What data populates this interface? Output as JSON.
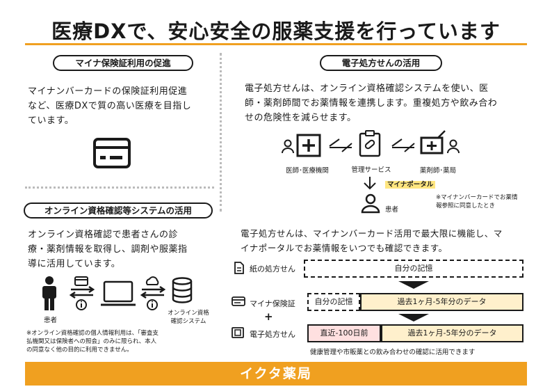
{
  "title": "医療DXで、安心安全の服薬支援を行っています",
  "left": {
    "section1": {
      "heading": "マイナ保険証利用の促進",
      "lines": [
        "マイナンバーカードの保険証利用促進",
        "など、医療DXで質の高い医療を目指し",
        "ています。"
      ]
    },
    "section2": {
      "heading": "オンライン資格確認等システムの活用",
      "lines": [
        "オンライン資格確認で患者さんの診",
        "療・薬剤情報を取得し、調剤や服薬指",
        "導に活用しています。"
      ],
      "patient_label": "患者",
      "system_label_lines": [
        "オンライン資格",
        "確認システム"
      ],
      "note_lines": [
        "※オンライン資格確認の個人情報利用は、「審査支",
        "払機関又は保険者への照会」のみに限られ、本人",
        "の同意なく他の目的に利用できません。"
      ]
    }
  },
  "right": {
    "heading": "電子処方せんの活用",
    "lines": [
      "電子処方せんは、オンライン資格確認システムを使い、医",
      "師・薬剤師間でお薬情報を連携します。重複処方や飲み合わ",
      "せの危険性を減らせます。"
    ],
    "flow": {
      "doctor": "医師･医療機関",
      "service": "管理サービス",
      "pharmacist": "薬剤師･薬局",
      "portal": "マイナポータル",
      "patient": "患者",
      "portal_note_lines": [
        "※マイナンバーカードでお薬情",
        "報参照に同意したとき"
      ]
    },
    "lines2": [
      "電子処方せんは、マイナンバーカード活用で最大限に機能し、マ",
      "イナポータルでお薬情報をいつでも確認できます。"
    ],
    "compare": {
      "row1": {
        "label": "紙の処方せん",
        "box": "自分の記憶"
      },
      "row2": {
        "label": "マイナ保険証",
        "box_a": "自分の記憶",
        "box_b": "過去1ヶ月-5年分のデータ"
      },
      "plus": "+",
      "row3": {
        "label": "電子処方せん",
        "box_a": "直近-100日前",
        "box_b": "過去1ヶ月-5年分のデータ"
      },
      "caption": "健康管理や市販薬との飲み合わせの確認に活用できます"
    }
  },
  "footer": "イクタ薬局"
}
